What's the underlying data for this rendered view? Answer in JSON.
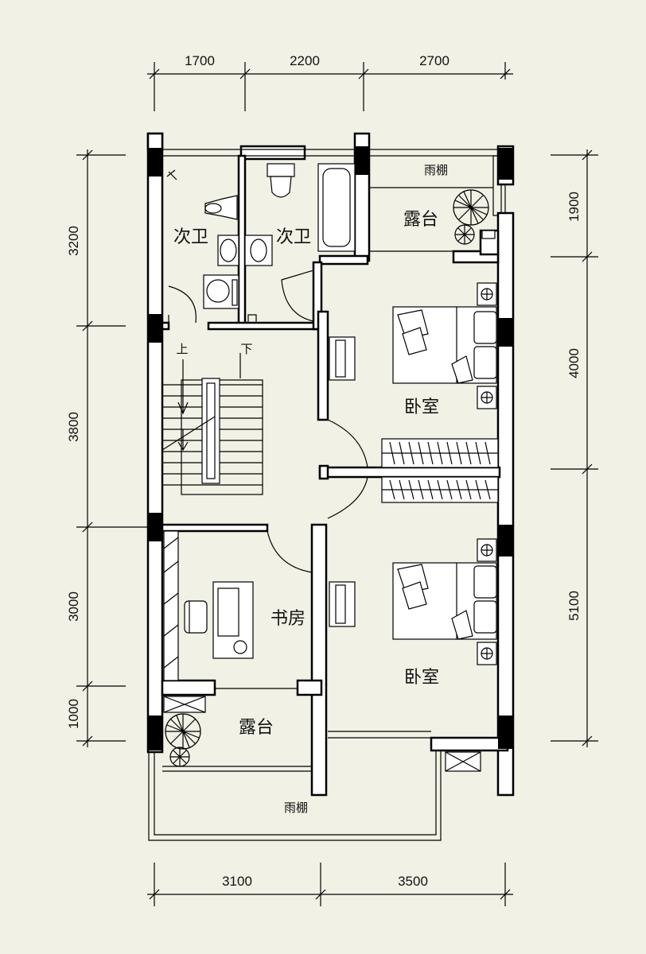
{
  "dimensions": {
    "top": [
      "1700",
      "2200",
      "2700"
    ],
    "bottom": [
      "3100",
      "3500"
    ],
    "left": [
      "3200",
      "3800",
      "3000",
      "1000"
    ],
    "right": [
      "1900",
      "4000",
      "5100"
    ]
  },
  "rooms": {
    "bath_left": "次卫",
    "bath_right": "次卫",
    "terrace_top": "露台",
    "canopy_top": "雨棚",
    "bedroom_upper": "卧室",
    "bedroom_lower": "卧室",
    "study": "书房",
    "terrace_bottom": "露台",
    "canopy_bottom": "雨棚"
  },
  "stairs": {
    "up": "上",
    "down": "下"
  }
}
